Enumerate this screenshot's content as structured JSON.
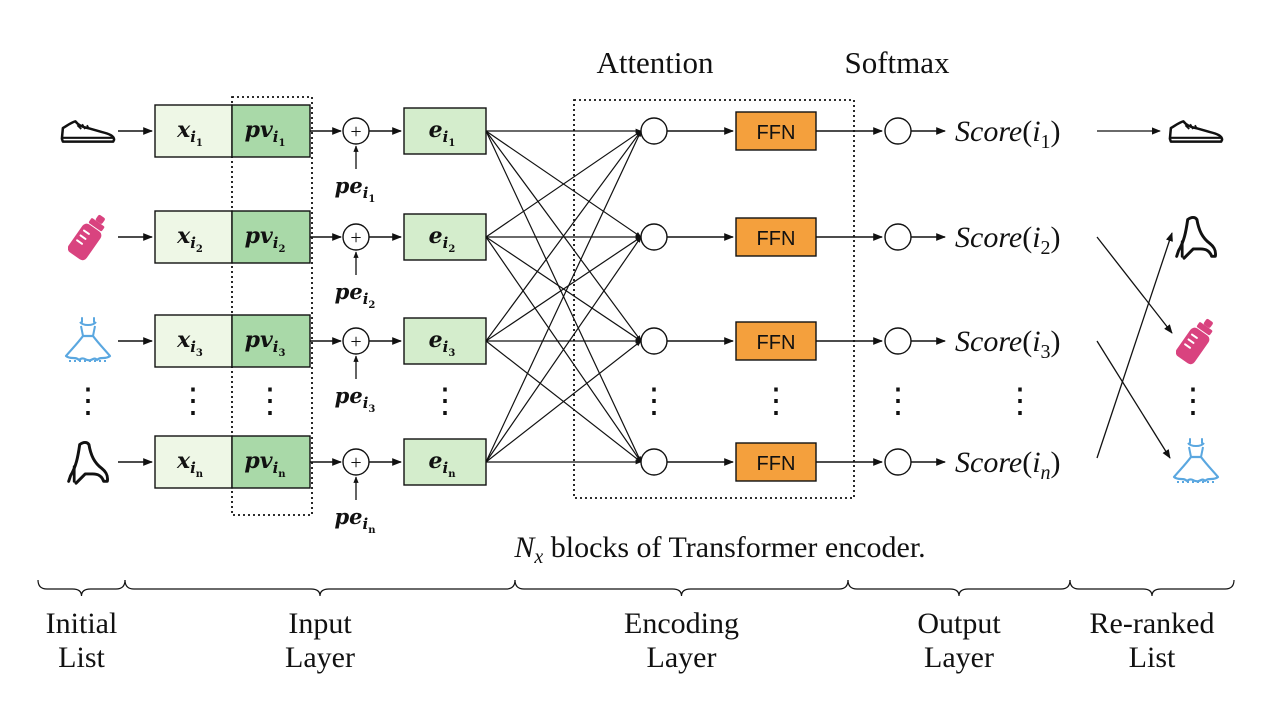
{
  "headers": {
    "attention": "Attention",
    "softmax": "Softmax"
  },
  "caption": {
    "symbol": "N",
    "subscript": "x",
    "text": " blocks of Transformer encoder."
  },
  "ffn_label": "FFN",
  "score_label": "Score",
  "rows": [
    {
      "idx": "1",
      "item": "shoe-icon",
      "reranked": "shoe-icon"
    },
    {
      "idx": "2",
      "item": "bottle-icon",
      "reranked": "heel-icon"
    },
    {
      "idx": "3",
      "item": "dress-icon",
      "reranked": "bottle-icon"
    },
    {
      "idx": "n",
      "item": "heel-icon",
      "reranked": "dress-icon"
    }
  ],
  "symbols": {
    "x": "x",
    "pv": "pv",
    "e": "e",
    "pe": "pe",
    "i": "i",
    "plus": "+",
    "dots": "⋮"
  },
  "sections": [
    {
      "line1": "Initial",
      "line2": "List"
    },
    {
      "line1": "Input",
      "line2": "Layer"
    },
    {
      "line1": "Encoding",
      "line2": "Layer"
    },
    {
      "line1": "Output",
      "line2": "Layer"
    },
    {
      "line1": "Re-ranked",
      "line2": "List"
    }
  ],
  "colors": {
    "x_box": "#eef7e6",
    "pv_box": "#a9d9a8",
    "e_box": "#d4edcc",
    "ffn_box": "#f4a03d",
    "pink": "#d9437f",
    "blue": "#5aa7e0",
    "ink": "#111111"
  }
}
